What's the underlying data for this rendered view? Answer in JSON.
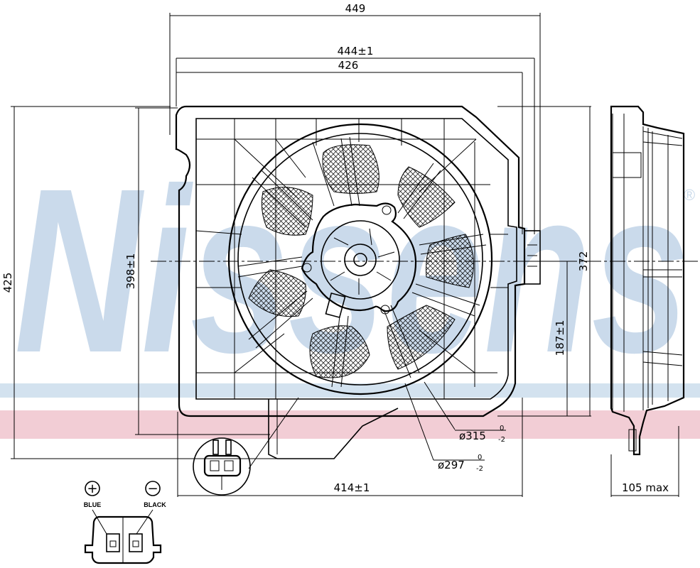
{
  "watermark": {
    "brand": "Nissens",
    "registered": "®",
    "colors": {
      "brand_blue": "#c8d9ea",
      "band_blue": "#d3e2ef",
      "band_pink": "#f2cdd5"
    }
  },
  "dimensions": {
    "overall_width": "449",
    "frame_width": "444±1",
    "inner_width": "426",
    "bottom_width": "414±1",
    "overall_height": "425",
    "frame_height": "398±1",
    "right_height": "372",
    "center_height": "187±1",
    "depth": "105 max",
    "fan_dia_outer": {
      "prefix": "ø315",
      "upper": "0",
      "lower": "-2"
    },
    "fan_dia_inner": {
      "prefix": "ø297",
      "upper": "0",
      "lower": "-2"
    }
  },
  "connector": {
    "plus_symbol": "+",
    "minus_symbol": "−",
    "left_wire": "BLUE",
    "right_wire": "BLACK"
  }
}
